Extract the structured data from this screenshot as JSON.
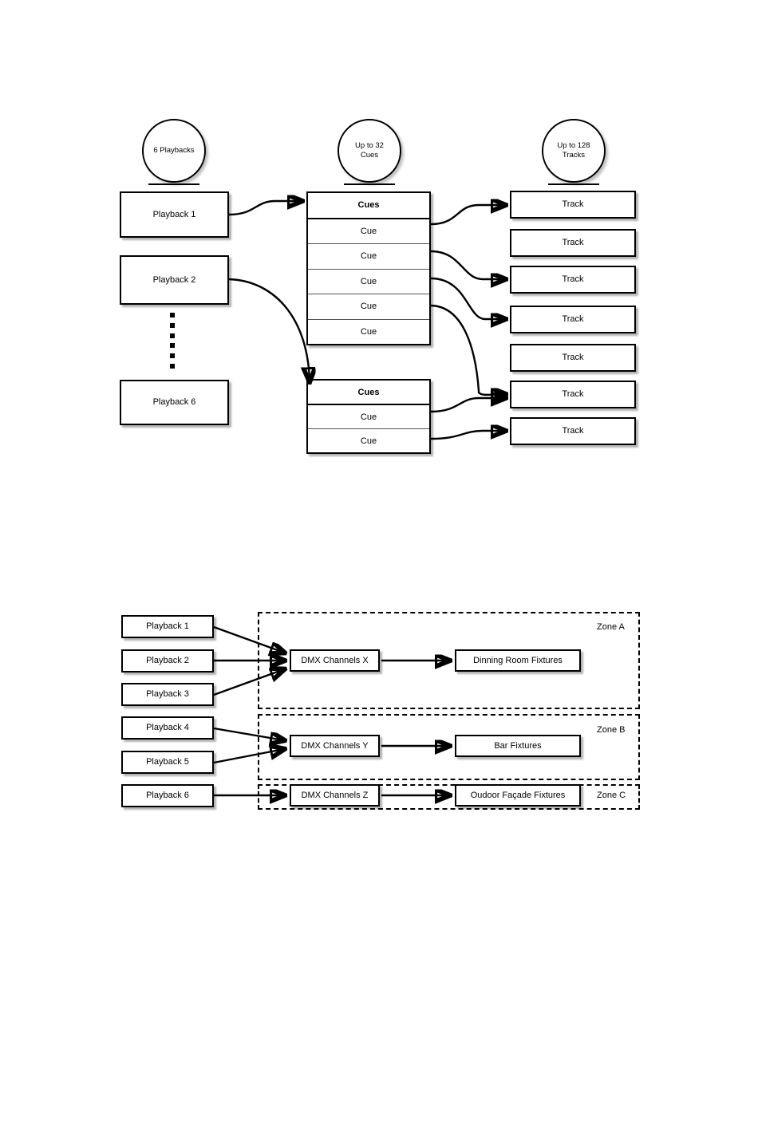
{
  "document": {
    "title": "Playbacks, Cues, Tracks and DMX Zones diagrams",
    "background_color": "#ffffff",
    "line_color": "#000000"
  },
  "diagram_top": {
    "name": "playbacks-cues-tracks",
    "annotations": [
      {
        "id": "playbacks-bubble",
        "label": "6 Playbacks"
      },
      {
        "id": "cues-bubble",
        "label": "Up to 32\nCues"
      },
      {
        "id": "tracks-bubble",
        "label": "Up to 128\nTracks"
      }
    ],
    "playbacks": [
      {
        "label": "Playback 1"
      },
      {
        "label": "Playback 2"
      },
      {
        "label": "Playback 6"
      }
    ],
    "ellipsis": {
      "dot_count": 6
    },
    "cue_tables": [
      {
        "header": "Cues",
        "rows": [
          "Cue",
          "Cue",
          "Cue",
          "Cue",
          "Cue"
        ]
      },
      {
        "header": "Cues",
        "rows": [
          "Cue",
          "Cue"
        ]
      }
    ],
    "tracks": [
      {
        "label": "Track"
      },
      {
        "label": "Track"
      },
      {
        "label": "Track"
      },
      {
        "label": "Track"
      },
      {
        "label": "Track"
      },
      {
        "label": "Track"
      },
      {
        "label": "Track"
      }
    ]
  },
  "diagram_bottom": {
    "name": "playbacks-dmx-zones",
    "playbacks": [
      {
        "label": "Playback 1"
      },
      {
        "label": "Playback 2"
      },
      {
        "label": "Playback 3"
      },
      {
        "label": "Playback 4"
      },
      {
        "label": "Playback 5"
      },
      {
        "label": "Playback 6"
      }
    ],
    "dmx_channels": [
      {
        "label": "DMX Channels X"
      },
      {
        "label": "DMX Channels Y"
      },
      {
        "label": "DMX Channels Z"
      }
    ],
    "fixtures": [
      {
        "label": "Dinning Room Fixtures"
      },
      {
        "label": "Bar Fixtures"
      },
      {
        "label": "Oudoor Façade Fixtures"
      }
    ],
    "zones": [
      {
        "label": "Zone A"
      },
      {
        "label": "Zone B"
      },
      {
        "label": "Zone C"
      }
    ]
  }
}
